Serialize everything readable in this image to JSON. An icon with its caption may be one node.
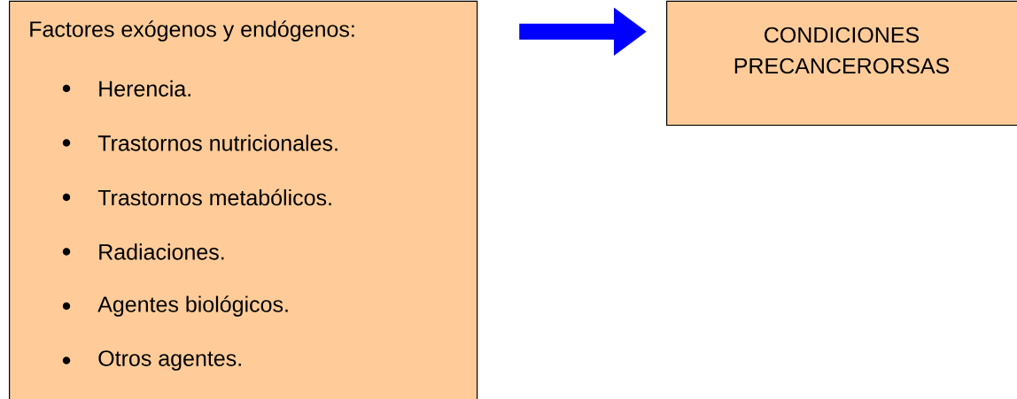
{
  "diagram": {
    "nodes": [
      {
        "text": [
          "Factores exógenos y endógenos:",
          "Herencia.",
          "Trastornos nutricionales.",
          "Trastornos metabólicos.",
          "Radiaciones.",
          "Agentes biológicos.",
          "Otros agentes."
        ]
      },
      {
        "text": [
          "CONDICIONES PRECANCERORSAS"
        ]
      }
    ],
    "edges": [
      {
        "from": 0,
        "to": 1,
        "arrow": "to",
        "color": "#0000ff"
      }
    ]
  }
}
